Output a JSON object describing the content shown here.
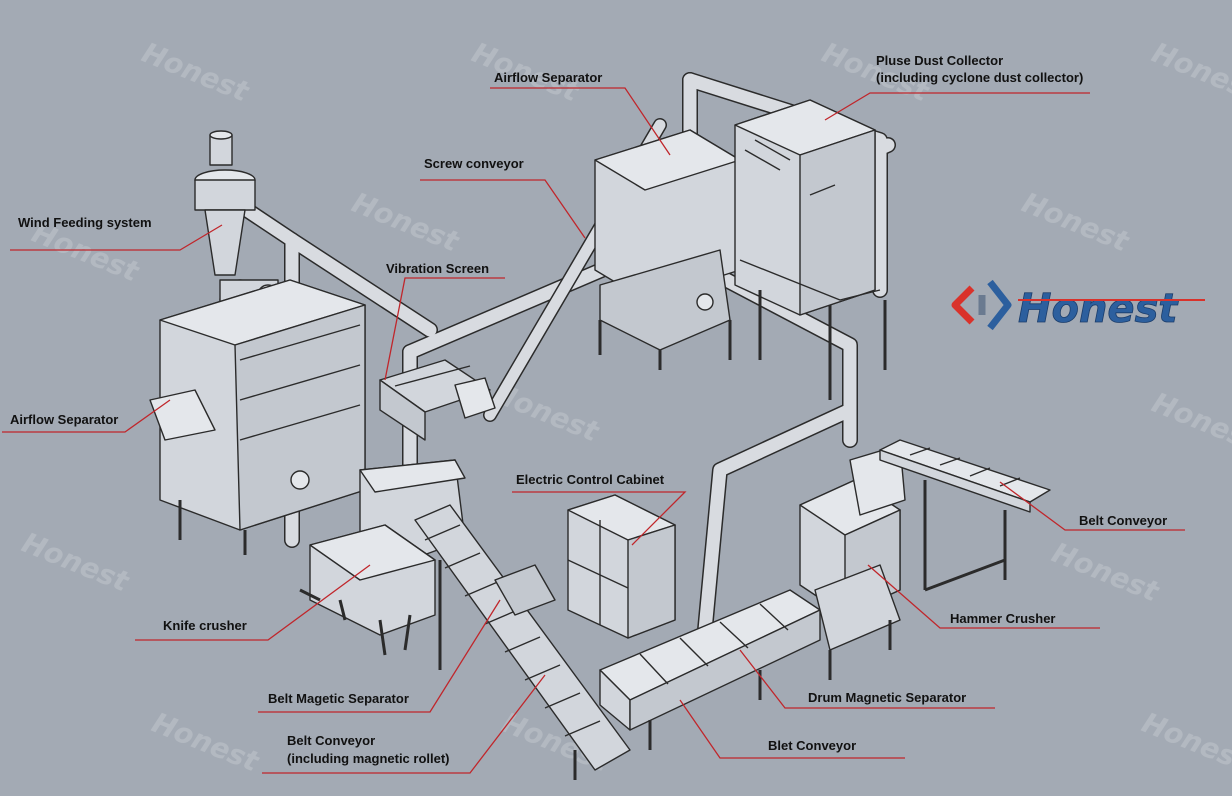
{
  "brand": {
    "name": "Honest",
    "primary_color": "#2c5f9e",
    "accent_color": "#d9322b",
    "watermark_text": "Honest"
  },
  "colors": {
    "background": "#a3aab4",
    "leader_line": "#c0262b",
    "text": "#111111",
    "machine_fill": "#d2d6dc",
    "machine_stroke": "#2b2b2b"
  },
  "labels": {
    "pulse_dust_collector": "Pluse Dust Collector",
    "pulse_dust_collector_sub": "(including cyclone dust collector)",
    "airflow_separator_top": "Airflow Separator",
    "screw_conveyor": "Screw conveyor",
    "wind_feeding_system": "Wind Feeding system",
    "vibration_screen": "Vibration Screen",
    "airflow_separator_left": "Airflow Separator",
    "electric_control_cabinet": "Electric Control Cabinet",
    "belt_conveyor_right": "Belt Conveyor",
    "hammer_crusher": "Hammer Crusher",
    "knife_crusher": "Knife crusher",
    "drum_magnetic_separator": "Drum Magnetic Separator",
    "belt_magnetic_separator": "Belt Magetic Separator",
    "blet_conveyor": "Blet Conveyor",
    "belt_conveyor_bottom": "Belt Conveyor",
    "belt_conveyor_bottom_sub": "(including magnetic rollet)"
  }
}
